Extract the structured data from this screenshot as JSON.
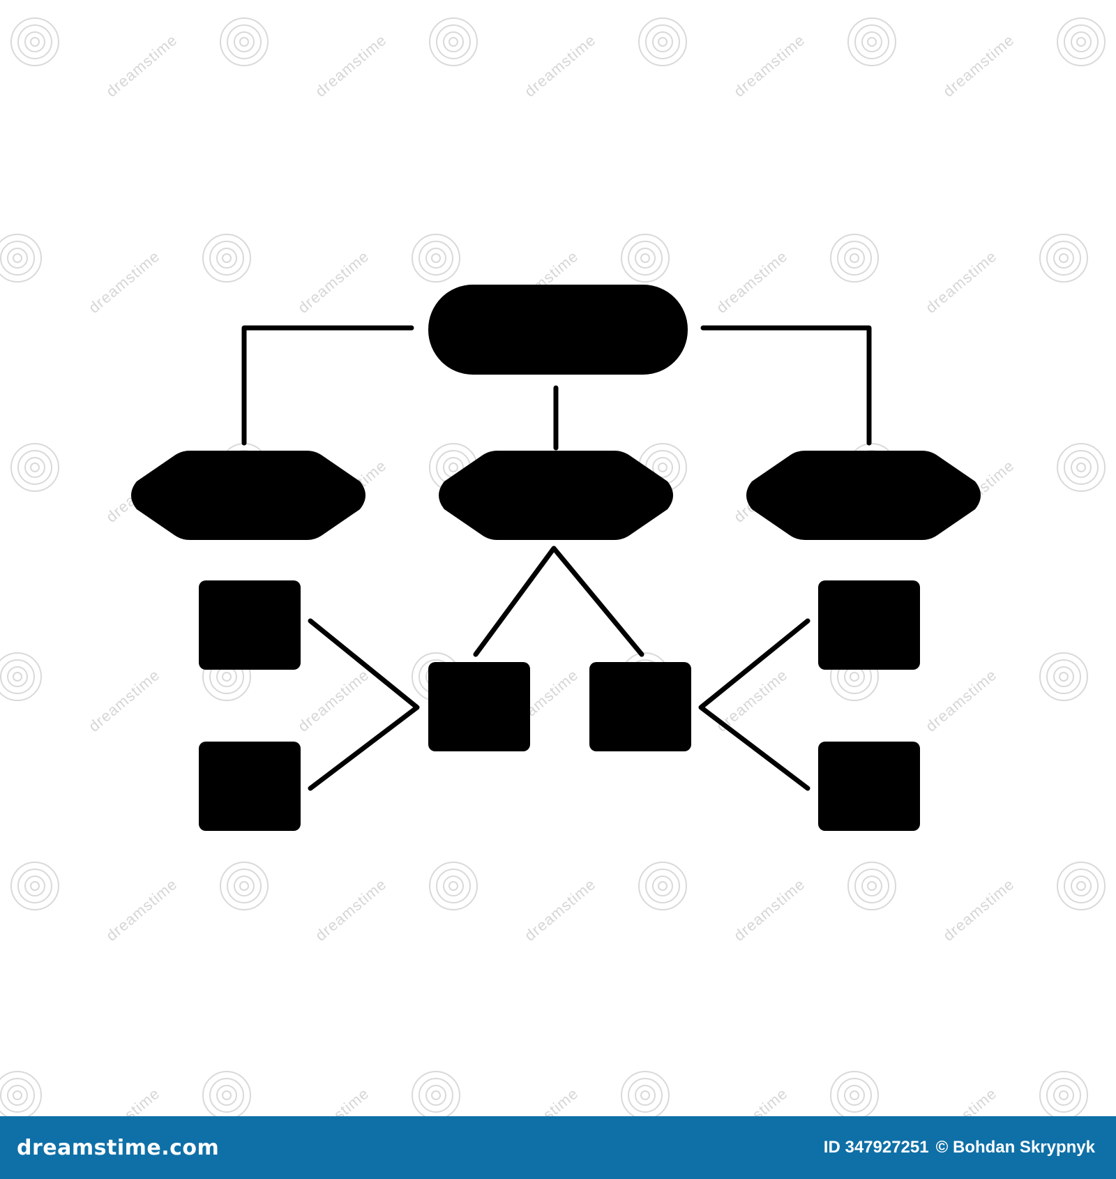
{
  "watermark": {
    "text": "dreamstime",
    "footer_logo": "dreamstime.com",
    "footer_id": "ID 347927251",
    "footer_author": "© Bohdan Skrypnyk",
    "bar_color": "#0f70a7"
  },
  "diagram": {
    "fill_color": "#000000",
    "nodes": [
      {
        "id": "start",
        "shape": "terminator"
      },
      {
        "id": "decision-left",
        "shape": "hexagon"
      },
      {
        "id": "decision-center",
        "shape": "hexagon"
      },
      {
        "id": "decision-right",
        "shape": "hexagon"
      },
      {
        "id": "box-left-top",
        "shape": "rounded-square"
      },
      {
        "id": "box-left-bottom",
        "shape": "rounded-square"
      },
      {
        "id": "box-center-left",
        "shape": "rounded-square"
      },
      {
        "id": "box-center-right",
        "shape": "rounded-square"
      },
      {
        "id": "box-right-top",
        "shape": "rounded-square"
      },
      {
        "id": "box-right-bottom",
        "shape": "rounded-square"
      }
    ],
    "edges": [
      [
        "start",
        "decision-left"
      ],
      [
        "start",
        "decision-center"
      ],
      [
        "start",
        "decision-right"
      ],
      [
        "decision-center",
        "box-center-left"
      ],
      [
        "decision-center",
        "box-center-right"
      ],
      [
        "box-left-top",
        "box-center-left"
      ],
      [
        "box-left-bottom",
        "box-center-left"
      ],
      [
        "box-right-top",
        "box-center-right"
      ],
      [
        "box-right-bottom",
        "box-center-right"
      ]
    ]
  }
}
